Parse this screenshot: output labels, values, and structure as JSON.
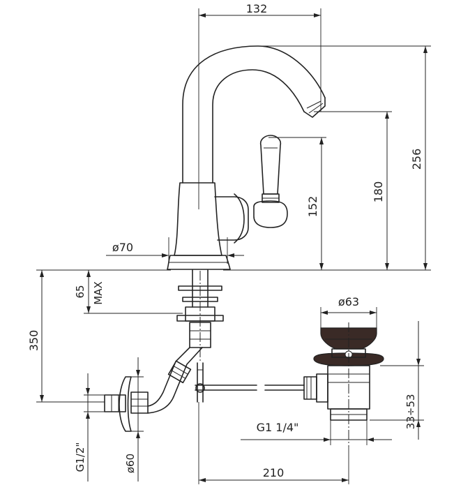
{
  "dimensions": {
    "spout_reach": "132",
    "total_height": "256",
    "spout_height": "180",
    "handle_height": "152",
    "base_diameter": "ø70",
    "max_deck_thickness": "65",
    "max_label": "MAX",
    "below_deck_depth": "350",
    "waste_diameter": "ø63",
    "waste_adjust": "33÷53",
    "waste_thread": "G1  1/4\"",
    "inlet_thread": "G1/2\"",
    "flange_diameter": "ø60",
    "pop_up_reach": "210"
  }
}
